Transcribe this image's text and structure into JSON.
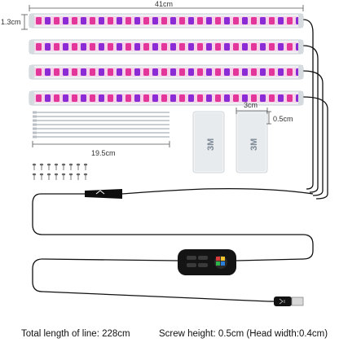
{
  "dimensions": {
    "bar_length": "41cm",
    "bar_height": "1.3cm",
    "cable_tie_length": "19.5cm",
    "tape_width": "3cm",
    "tape_height": "0.5cm"
  },
  "tape_brand_text": "3M",
  "footer": {
    "line_length": "Total length of line: 228cm",
    "screw_height": "Screw height: 0.5cm (Head width:0.4cm)"
  },
  "colors": {
    "led_pink": "#e2369b",
    "led_purple": "#8a2bd6",
    "cable": "#111111"
  }
}
